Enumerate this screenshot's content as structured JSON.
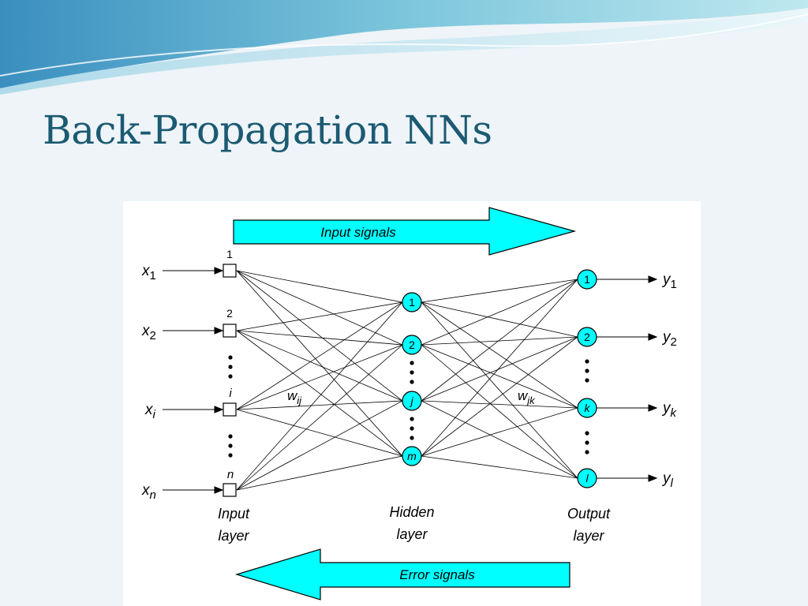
{
  "slide": {
    "title": "Back-Propagation NNs"
  },
  "diagram": {
    "input_arrow_label": "Input signals",
    "error_arrow_label": "Error signals",
    "layer_labels": {
      "input": [
        "Input",
        "layer"
      ],
      "hidden": [
        "Hidden",
        "layer"
      ],
      "output": [
        "Output",
        "layer"
      ]
    },
    "weights": {
      "input_hidden": {
        "base": "w",
        "sub": "ij"
      },
      "hidden_output": {
        "base": "w",
        "sub": "jk"
      }
    },
    "input_nodes": [
      {
        "label": "1",
        "var": "x",
        "sub": "1"
      },
      {
        "label": "2",
        "var": "x",
        "sub": "2"
      },
      {
        "label": "i",
        "var": "x",
        "sub": "i"
      },
      {
        "label": "n",
        "var": "x",
        "sub": "n"
      }
    ],
    "hidden_nodes": [
      "1",
      "2",
      "j",
      "m"
    ],
    "output_nodes": [
      {
        "label": "1",
        "var": "y",
        "sub": "1"
      },
      {
        "label": "2",
        "var": "y",
        "sub": "2"
      },
      {
        "label": "k",
        "var": "y",
        "sub": "k"
      },
      {
        "label": "l",
        "var": "y",
        "sub": "l"
      }
    ],
    "colors": {
      "arrow_fill": "#00ffff",
      "node_fill": "#00ffff",
      "title": "#1b5a72"
    }
  }
}
